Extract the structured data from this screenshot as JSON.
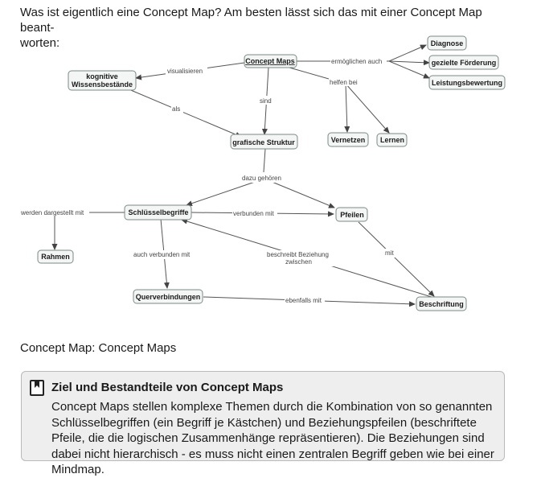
{
  "intro_text": "Was ist eigentlich eine Concept Map? Am besten lässt sich das mit einer Concept Map beant-worten:",
  "intro_line1": "Was ist eigentlich eine Concept Map? Am besten lässt sich das mit einer Concept Map beant-",
  "intro_line2": "worten:",
  "map": {
    "nodes": {
      "concept_maps": "Concept Maps",
      "diagnose": "Diagnose",
      "foerderung": "gezielte Förderung",
      "leistung": "Leistungsbewertung",
      "wissen_1": "kognitive",
      "wissen_2": "Wissensbestände",
      "struktur": "grafische Struktur",
      "vernetzen": "Vernetzen",
      "lernen": "Lernen",
      "schluessel": "Schlüsselbegriffe",
      "pfeilen": "Pfeilen",
      "rahmen": "Rahmen",
      "quer": "Querverbindungen",
      "beschriftung": "Beschriftung"
    },
    "edges": {
      "visualisieren": "visualisieren",
      "ermoeglichen": "ermöglichen auch",
      "helfen": "helfen bei",
      "sind": "sind",
      "als": "als",
      "dazu": "dazu gehören",
      "dargestellt": "werden dargestellt mit",
      "verbunden": "verbunden mit",
      "auch_verbunden": "auch verbunden mit",
      "beschreibt_1": "beschreibt Beziehung",
      "beschreibt_2": "zwischen",
      "mit": "mit",
      "ebenfalls": "ebenfalls mit"
    }
  },
  "caption": "Concept Map: Concept Maps",
  "infobox": {
    "title": "Ziel und Bestandteile von Concept Maps",
    "body": "Concept Maps stellen komplexe Themen durch die Kombination von so genannten Schlüsselbegriffen (ein Begriff je Kästchen) und Beziehungspfeilen (beschriftete Pfeile, die die logischen Zusammenhänge repräsentieren). Die Beziehungen sind dabei nicht hierarchisch - es muss nicht einen zentralen Begriff geben wie bei einer Mindmap.",
    "icon": "book-icon"
  }
}
